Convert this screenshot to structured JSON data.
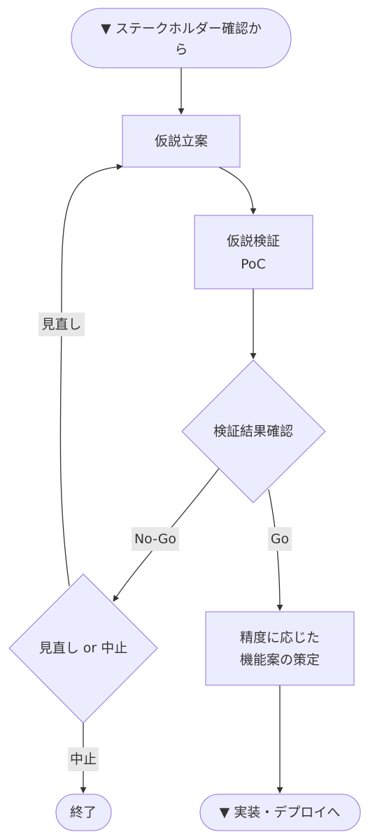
{
  "diagram": {
    "nodes": {
      "start": {
        "lines": [
          "▼ ステークホルダー確認か",
          "ら"
        ]
      },
      "hypothesis": {
        "lines": [
          "仮説立案"
        ]
      },
      "poc": {
        "lines": [
          "仮説検証",
          "PoC"
        ]
      },
      "check": {
        "lines": [
          "検証結果確認"
        ]
      },
      "review_or_stop": {
        "lines": [
          "見直し or 中止"
        ]
      },
      "strategy": {
        "lines": [
          "精度に応じた",
          "機能案の策定"
        ]
      },
      "end": {
        "lines": [
          "終了"
        ]
      },
      "deploy": {
        "lines": [
          "▼ 実装・デプロイへ"
        ]
      }
    },
    "edge_labels": {
      "review": "見直し",
      "nogo": "No-Go",
      "go": "Go",
      "stop": "中止"
    }
  }
}
